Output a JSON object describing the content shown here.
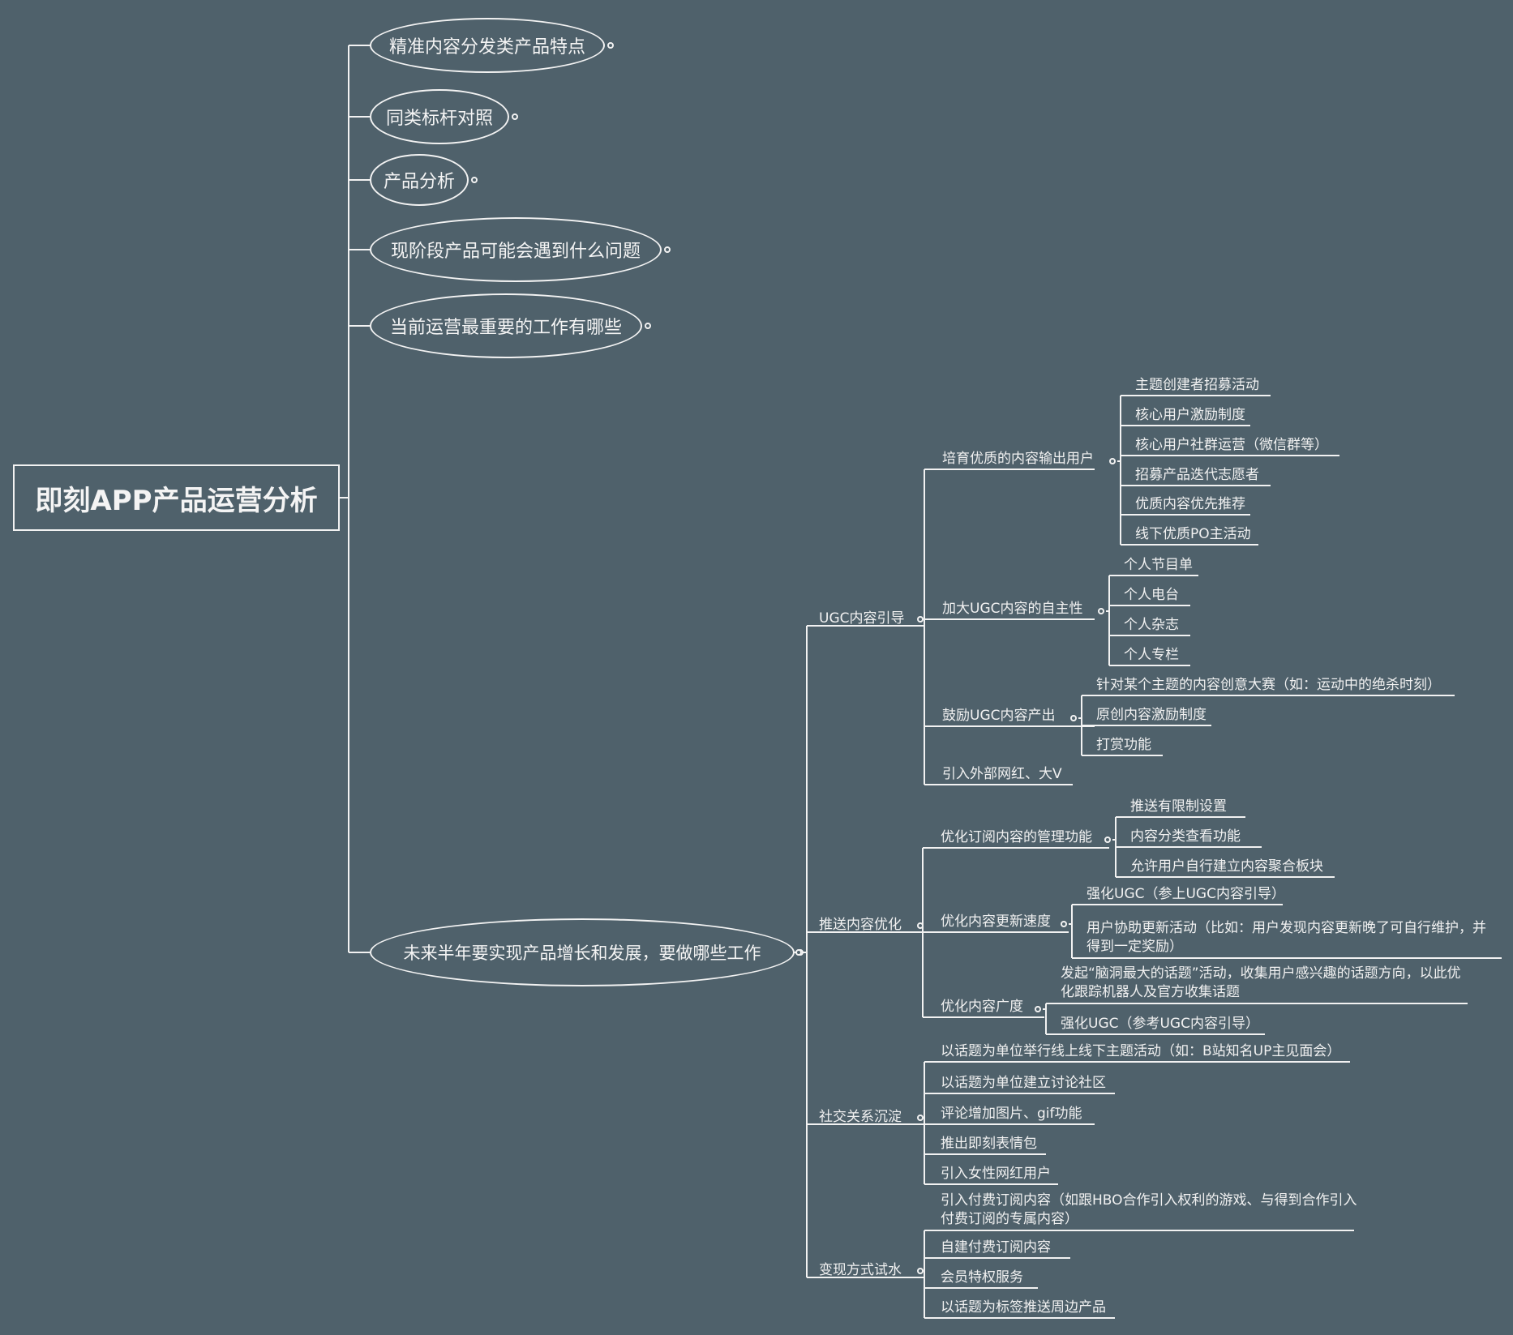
{
  "root": {
    "title": "即刻APP产品运营分析"
  },
  "top_branches": [
    {
      "text": "精准内容分发类产品特点"
    },
    {
      "text": "同类标杆对照"
    },
    {
      "text": "产品分析"
    },
    {
      "text": "现阶段产品可能会遇到什么问题"
    },
    {
      "text": "当前运营最重要的工作有哪些"
    },
    {
      "text": "未来半年要实现产品增长和发展，要做哪些工作"
    }
  ],
  "future_work": [
    {
      "text": "UGC内容引导",
      "children": [
        {
          "text": "培育优质的内容输出用户",
          "children": [
            "主题创建者招募活动",
            "核心用户激励制度",
            "核心用户社群运营（微信群等）",
            "招募产品迭代志愿者",
            "优质内容优先推荐",
            "线下优质PO主活动"
          ]
        },
        {
          "text": "加大UGC内容的自主性",
          "children": [
            "个人节目单",
            "个人电台",
            "个人杂志",
            "个人专栏"
          ]
        },
        {
          "text": "鼓励UGC内容产出",
          "children": [
            "针对某个主题的内容创意大赛（如：运动中的绝杀时刻）",
            "原创内容激励制度",
            "打赏功能"
          ]
        },
        {
          "text": "引入外部网红、大V",
          "children": []
        }
      ]
    },
    {
      "text": "推送内容优化",
      "children": [
        {
          "text": "优化订阅内容的管理功能",
          "children": [
            "推送有限制设置",
            "内容分类查看功能",
            "允许用户自行建立内容聚合板块"
          ]
        },
        {
          "text": "优化内容更新速度",
          "children": [
            "强化UGC（参上UGC内容引导）",
            "用户协助更新活动（比如：用户发现内容更新晚了可自行维护，并得到一定奖励）"
          ]
        },
        {
          "text": "优化内容广度",
          "children": [
            "发起“脑洞最大的话题”活动，收集用户感兴趣的话题方向，以此优化跟踪机器人及官方收集话题",
            "强化UGC（参考UGC内容引导）"
          ]
        }
      ]
    },
    {
      "text": "社交关系沉淀",
      "children": [
        "以话题为单位举行线上线下主题活动（如：B站知名UP主见面会）",
        "以话题为单位建立讨论社区",
        "评论增加图片、gif功能",
        "推出即刻表情包",
        "引入女性网红用户"
      ]
    },
    {
      "text": "变现方式试水",
      "children": [
        "引入付费订阅内容（如跟HBO合作引入权利的游戏、与得到合作引入付费订阅的专属内容）",
        "自建付费订阅内容",
        "会员特权服务",
        "以话题为标签推送周边产品"
      ]
    }
  ]
}
